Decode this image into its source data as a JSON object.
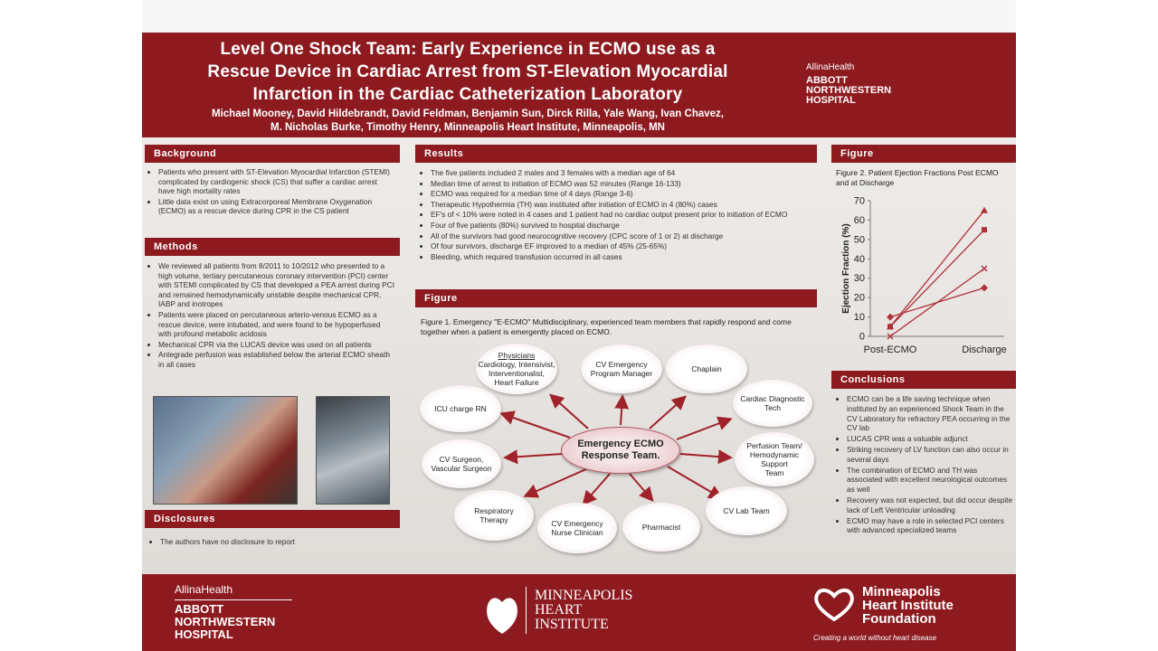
{
  "header": {
    "title_lines": [
      "Level One Shock Team:  Early Experience in ECMO use as a",
      "Rescue Device in Cardiac Arrest from ST-Elevation Myocardial",
      "Infarction in the Cardiac Catheterization Laboratory"
    ],
    "author_lines": [
      "Michael Mooney, David Hildebrandt, David Feldman, Benjamin Sun, Dirck Rilla, Yale Wang, Ivan Chavez,",
      "M. Nicholas Burke, Timothy Henry, Minneapolis Heart Institute, Minneapolis, MN"
    ]
  },
  "logos": {
    "allina": "AllinaHealth",
    "abbott": [
      "ABBOTT",
      "NORTHWESTERN",
      "HOSPITAL"
    ],
    "mhif": [
      "Minneapolis",
      "Heart Institute",
      "Foundation"
    ],
    "mhif_tagline": "Creating a world without heart disease",
    "mhi": [
      "MINNEAPOLIS",
      "HEART",
      "INSTITUTE"
    ]
  },
  "sections": {
    "background": {
      "title": "Background",
      "items": [
        "Patients who present with ST-Elevation Myocardial Infarction (STEMI) complicated by cardiogenic shock (CS) that suffer a cardiac arrest have high mortality rates",
        "Little data exist on using Extracorporeal Membrane Oxygenation (ECMO) as a rescue device during CPR in the CS patient"
      ]
    },
    "methods": {
      "title": "Methods",
      "items": [
        "We reviewed all patients from 8/2011 to 10/2012 who presented to a high volume, tertiary percutaneous coronary intervention (PCI) center with  STEMI complicated by CS that developed a PEA arrest during  PCI and remained hemodynamically unstable despite mechanical CPR, IABP and inotropes",
        "Patients were placed on percutaneous arterio-venous ECMO as a rescue device, were intubated, and were  found to be hypoperfused with profound metabolic acidosis",
        "Mechanical CPR via the LUCAS device was used on all patients",
        "Antegrade perfusion was established below the arterial ECMO sheath in all cases"
      ]
    },
    "disclosures": {
      "title": "Disclosures",
      "items": [
        "The authors have no disclosure to report"
      ]
    },
    "results": {
      "title": "Results",
      "items": [
        "The  five patients included 2 males and 3 females with a median age of 64",
        "Median time of arrest to initiation of ECMO was 52 minutes (Range 16-133)",
        "ECMO was required for a median time of 4 days (Range 3-6)",
        "Therapeutic  Hypothermia (TH) was instituted after initiation of ECMO in 4 (80%) cases",
        "EF's of < 10%  were noted in 4 cases and 1 patient had no cardiac output present prior to initiation of ECMO",
        "Four of five patients (80%) survived to hospital discharge",
        "All of the survivors had good neurocognitive recovery (CPC score of 1 or 2) at discharge",
        "Of four survivors, discharge EF improved to a median of 45% (25-65%)",
        "Bleeding, which required transfusion occurred in all cases"
      ]
    },
    "figure1": {
      "title": "Figure",
      "caption": "Figure 1. Emergency \"E-ECMO\"  Multidisciplinary, experienced team members that rapidly respond and come together when a patient is emergently placed on ECMO.",
      "center": [
        "Emergency ECMO",
        "Response Team."
      ],
      "physicians_heading": "Physicians",
      "physicians_lines": [
        "Cardiology, Intensivist,",
        "Interventionalist,",
        "Heart Failure"
      ],
      "nodes": {
        "cv_emergency_pm": [
          "CV Emergency",
          "Program Manager"
        ],
        "chaplain": [
          "Chaplain"
        ],
        "cardiac_diag": [
          "Cardiac Diagnostic",
          "Tech"
        ],
        "perfusion": [
          "Perfusion Team/",
          "Hemodynamic",
          "Support",
          "Team"
        ],
        "cv_lab": [
          "CV Lab Team"
        ],
        "pharmacist": [
          "Pharmacist"
        ],
        "cv_nurse": [
          "CV Emergency",
          "Nurse Clinician"
        ],
        "resp": [
          "Respiratory",
          "Therapy"
        ],
        "cv_surgeon": [
          "CV Surgeon,",
          "Vascular Surgeon"
        ],
        "icu": [
          "ICU charge RN"
        ]
      }
    },
    "figure2": {
      "title": "Figure",
      "caption": "Figure 2. Patient Ejection Fractions Post ECMO and at Discharge"
    },
    "conclusions": {
      "title": "Conclusions",
      "items": [
        "ECMO can be a life saving technique when instituted by an experienced Shock Team in the CV Laboratory for refractory PEA occurring in the CV lab",
        "LUCAS CPR was a valuable adjunct",
        "Striking recovery of LV function can also occur in several days",
        "The combination of ECMO and TH was associated with excellent neurological outcomes as well",
        "Recovery was not expected, but did occur despite lack of Left Ventricular unloading",
        "ECMO may have a role in selected PCI centers with advanced specialized teams"
      ]
    }
  },
  "chart_data": {
    "type": "line",
    "categories": [
      "Post-ECMO",
      "Discharge"
    ],
    "ylabel": "Ejection Fraction (%)",
    "ylim": [
      0,
      70
    ],
    "yticks": [
      0,
      10,
      20,
      30,
      40,
      50,
      60,
      70
    ],
    "series": [
      {
        "values": [
          5,
          65
        ],
        "marker": "triangle",
        "color": "#b0303a"
      },
      {
        "values": [
          5,
          55
        ],
        "marker": "square",
        "color": "#b0303a"
      },
      {
        "values": [
          0,
          35
        ],
        "marker": "x",
        "color": "#b0303a"
      },
      {
        "values": [
          10,
          25
        ],
        "marker": "diamond",
        "color": "#b0303a"
      }
    ],
    "grid": false,
    "legend": "none"
  },
  "colors": {
    "maroon": "#8c1a1f",
    "marker": "#b0303a"
  }
}
